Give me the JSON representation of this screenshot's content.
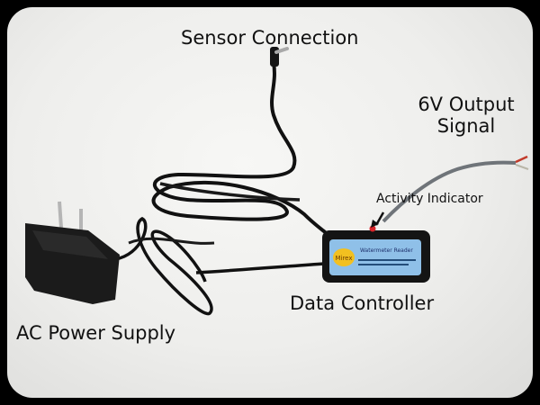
{
  "labels": {
    "sensor_connection": "Sensor Connection",
    "output_signal_line1": "6V Output",
    "output_signal_line2": "Signal",
    "activity_indicator": "Activity Indicator",
    "data_controller": "Data Controller",
    "ac_power_supply": "AC Power Supply"
  },
  "device_label": {
    "brand": "Mirex",
    "product": "Watermeter Reader"
  },
  "colors": {
    "background": "#eeeeec",
    "frame": "#000000",
    "cable": "#111111",
    "output_wire": "#6f7479",
    "label_panel": "#8fc0e8",
    "led": "#d8242a"
  }
}
